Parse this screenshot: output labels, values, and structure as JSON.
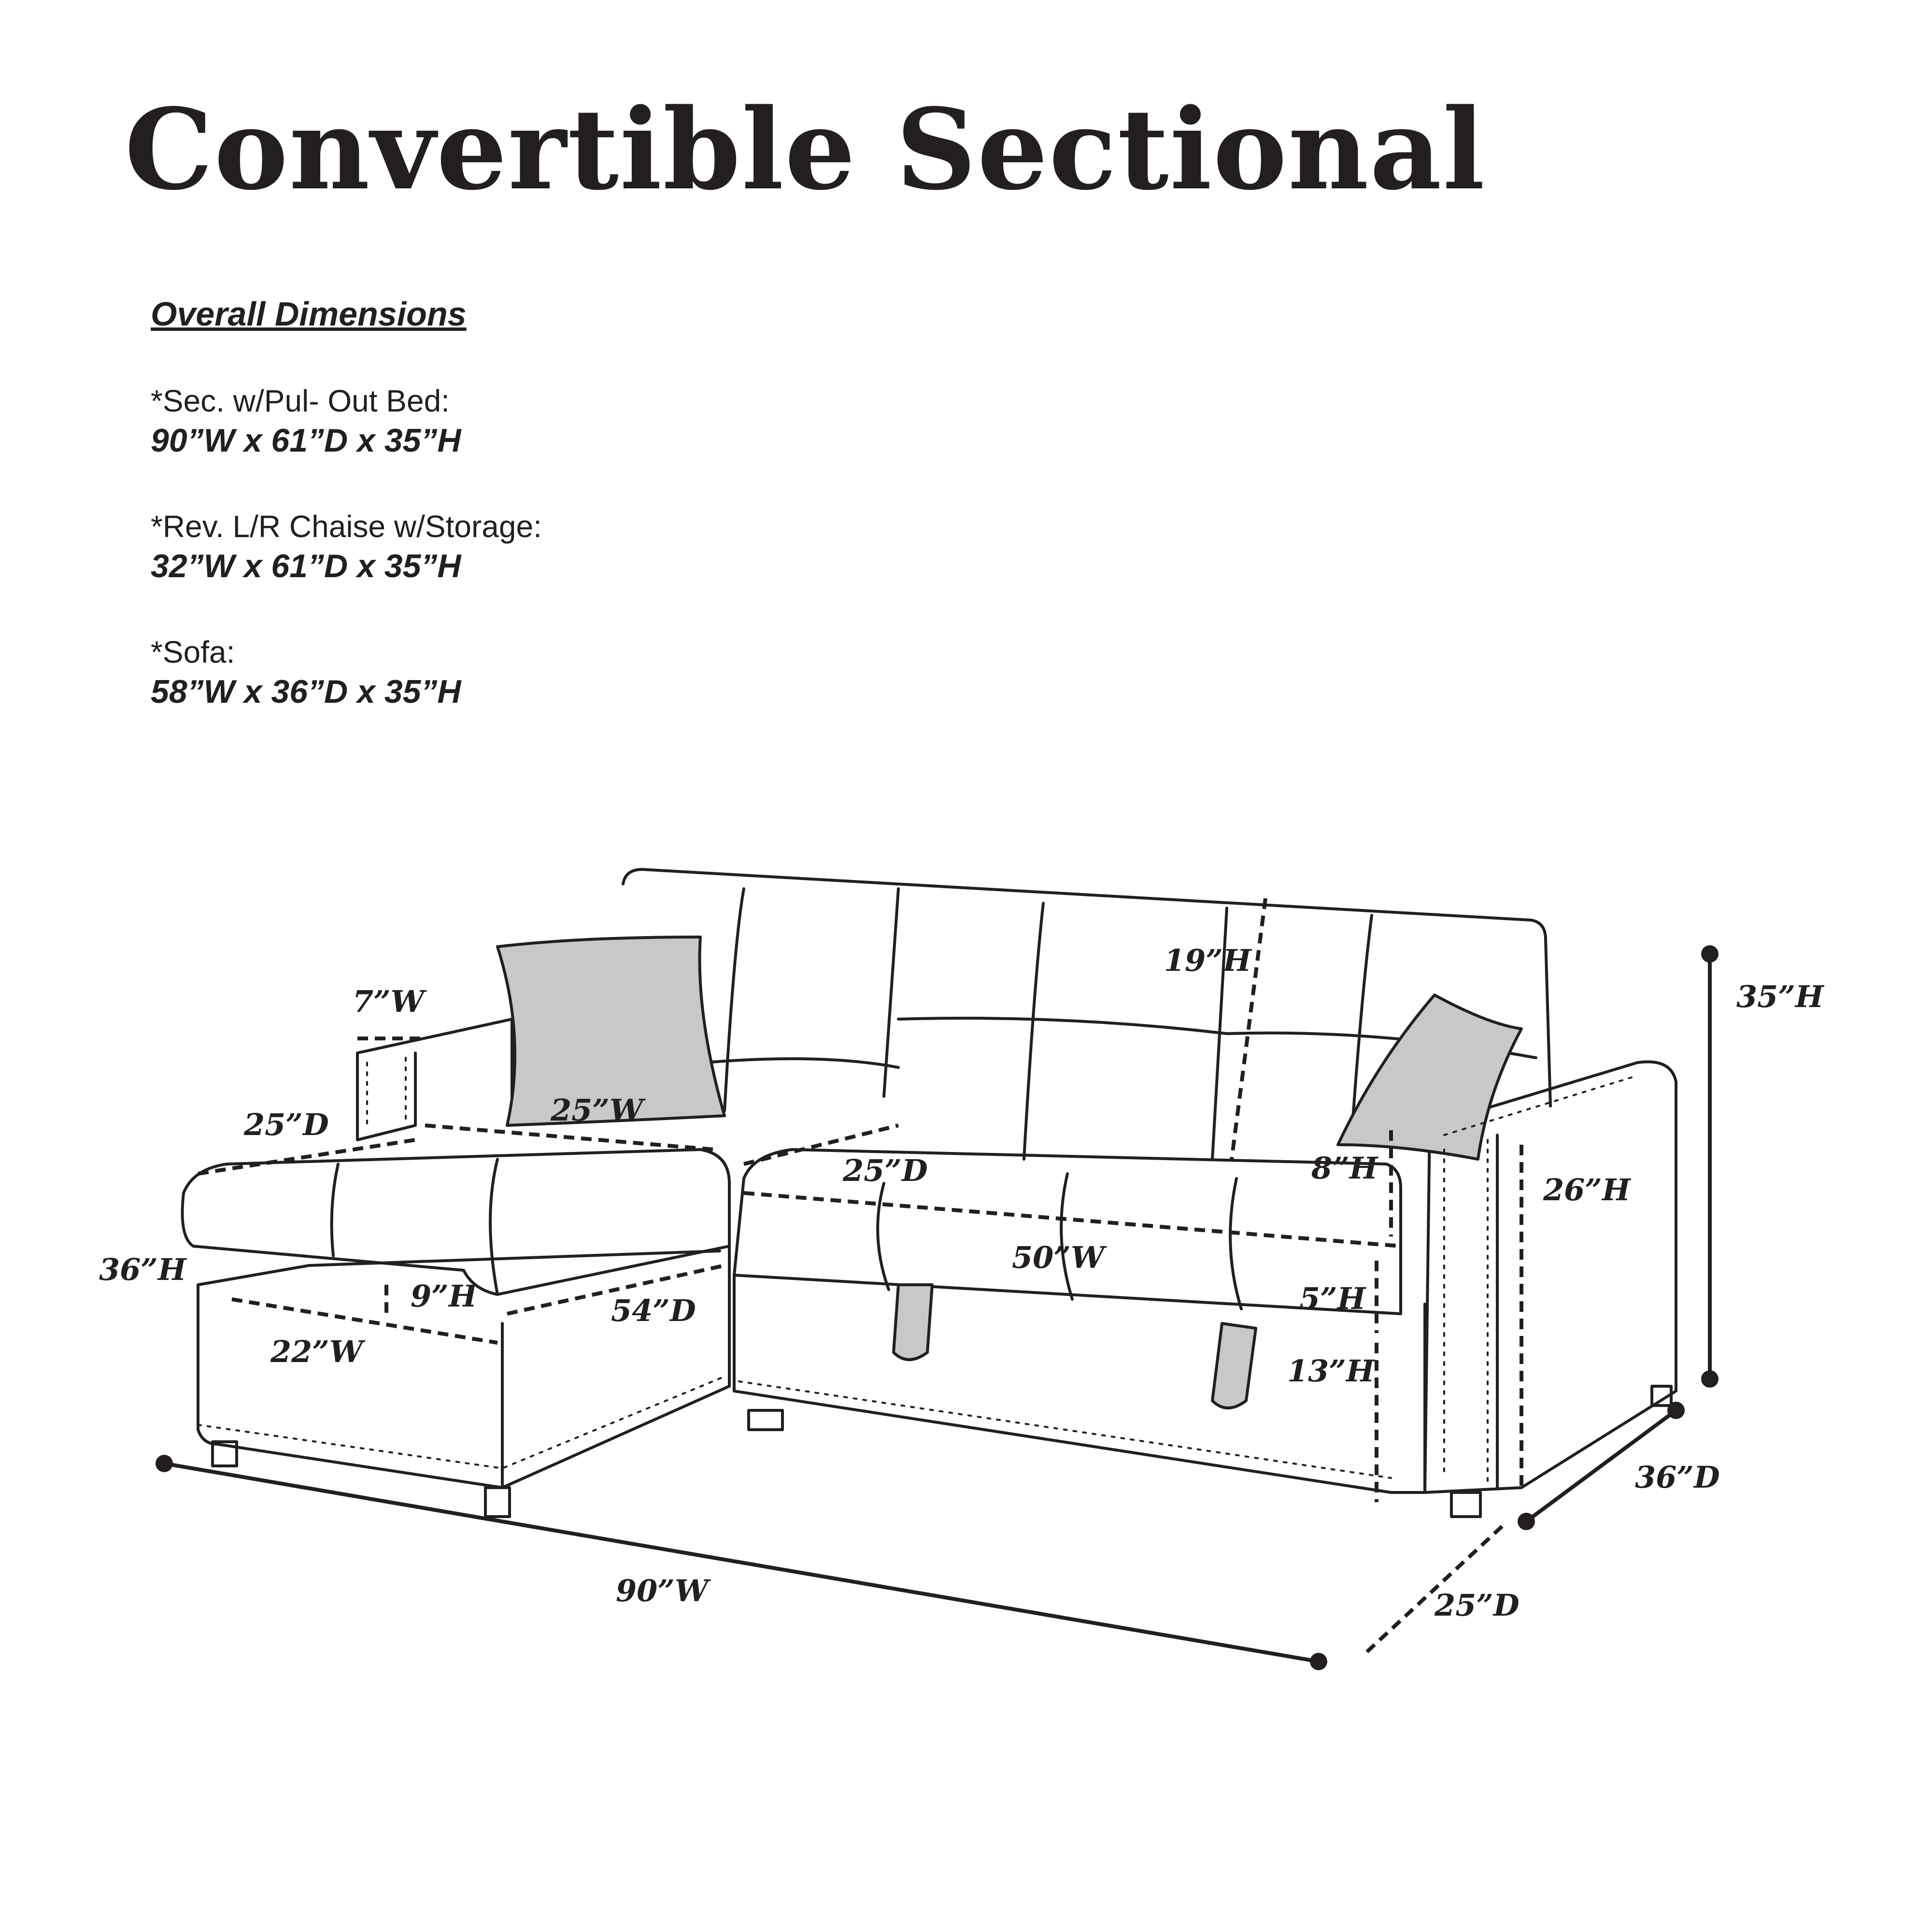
{
  "title": "Convertible Sectional",
  "overall": {
    "heading": "Overall Dimensions",
    "items": [
      {
        "label": "*Sec. w/Pul- Out Bed:",
        "dims": "90”W x 61”D x 35”H"
      },
      {
        "label": "*Rev. L/R Chaise w/Storage:",
        "dims": "32”W x 61”D x 35”H"
      },
      {
        "label": "*Sofa:",
        "dims": "58”W x 36”D x 35”H"
      }
    ]
  },
  "dimensions": {
    "arm_width": "7”W",
    "chaise_depth_top": "25”D",
    "chaise_seat_width": "25”W",
    "sofa_seat_depth": "25”D",
    "back_height": "19”H",
    "overall_height": "35”H",
    "arm_top_height": "8”H",
    "arm_height": "26”H",
    "chaise_height": "36”H",
    "storage_height": "9”H",
    "chaise_depth": "54”D",
    "storage_width": "22”W",
    "bed_width": "50”W",
    "seat_cushion_height": "5”H",
    "seat_height": "13”H",
    "sofa_depth": "36”D",
    "overall_width": "90”W",
    "chaise_extension_depth": "25”D"
  }
}
